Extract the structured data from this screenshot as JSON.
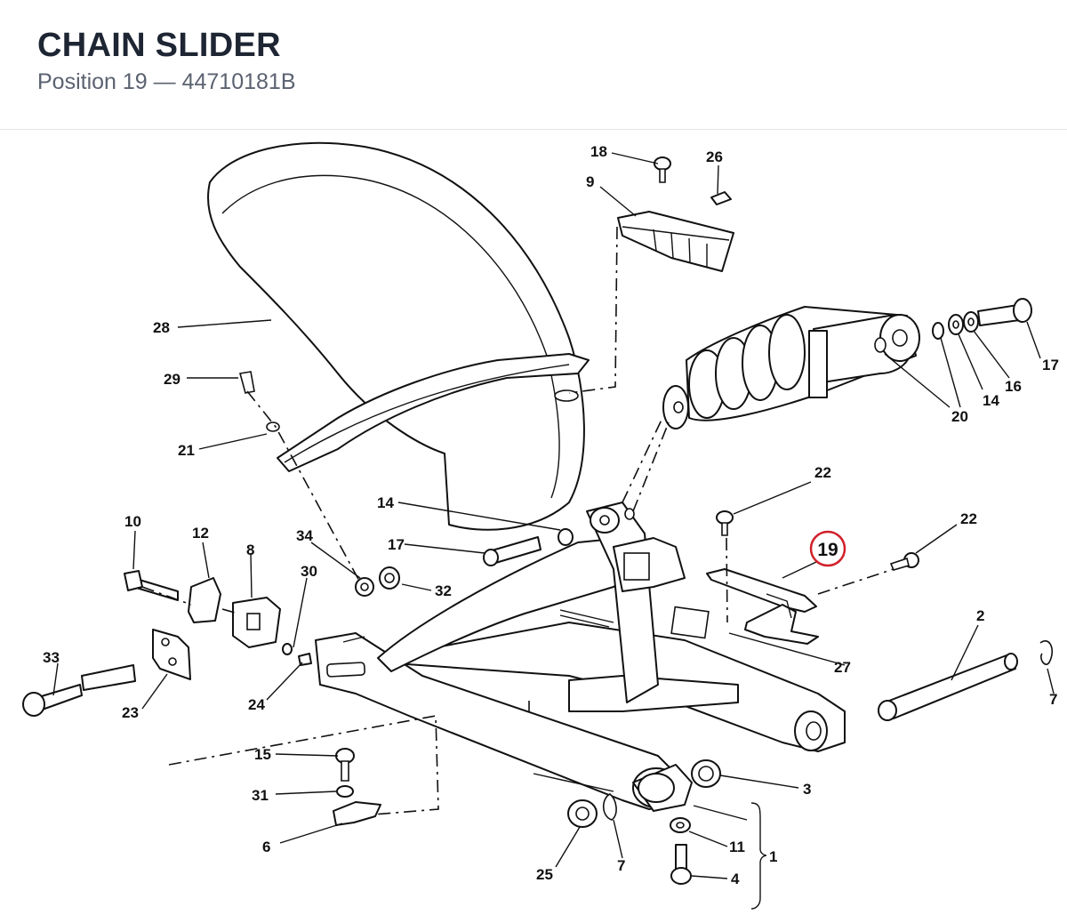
{
  "header": {
    "title": "CHAIN SLIDER",
    "subtitle": "Position 19 — 44710181B"
  },
  "highlight": {
    "label": "19",
    "color": "#d0202a"
  },
  "callouts": {
    "c1": "1",
    "c2": "2",
    "c3": "3",
    "c4": "4",
    "c6": "6",
    "c7a": "7",
    "c7b": "7",
    "c8": "8",
    "c9": "9",
    "c10": "10",
    "c11": "11",
    "c12": "12",
    "c14a": "14",
    "c14b": "14",
    "c15": "15",
    "c16": "16",
    "c17a": "17",
    "c17b": "17",
    "c18": "18",
    "c20": "20",
    "c21": "21",
    "c22a": "22",
    "c22b": "22",
    "c23": "23",
    "c24": "24",
    "c25": "25",
    "c26": "26",
    "c27": "27",
    "c28": "28",
    "c29": "29",
    "c30": "30",
    "c31": "31",
    "c32": "32",
    "c33": "33",
    "c34": "34"
  }
}
